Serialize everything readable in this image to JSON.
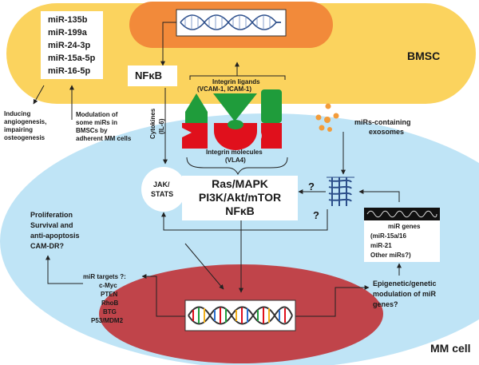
{
  "cells": {
    "bmsc_label": "BMSC",
    "mm_label": "MM cell"
  },
  "mir_list": [
    "miR-135b",
    "miR-199a",
    "miR-24-3p",
    "miR-15a-5p",
    "miR-16-5p"
  ],
  "nfkb_bmsc": "NFκB",
  "cytokines": [
    "Cytokines",
    "(IL-6)"
  ],
  "integrin_ligands": [
    "Integrin ligands",
    "(VCAM-1, ICAM-1)"
  ],
  "integrin_molecules": [
    "Integrin molecules",
    "(VLA4)"
  ],
  "exosomes": [
    "miRs-containing",
    "exosomes"
  ],
  "left_notes": {
    "angiogenesis": [
      "Inducing",
      "angiogenesis,",
      "impairing",
      "osteogenesis"
    ],
    "modulation": [
      "Modulation of",
      "some miRs in",
      "BMSCs by",
      "adherent MM cells"
    ]
  },
  "jak": [
    "JAK/",
    "STATS"
  ],
  "pathways": [
    "Ras/MAPK",
    "PI3K/Akt/mTOR",
    "NFκB"
  ],
  "question_marks": [
    "?",
    "?"
  ],
  "proliferation": [
    "Proliferation",
    "Survival and",
    "anti-apoptosis",
    "CAM-DR?"
  ],
  "mir_targets": [
    "miR targets ?:",
    "c-Myc",
    "PTEN",
    "RhoB",
    "BTG",
    "P53/MDM2"
  ],
  "mir_genes": {
    "title": "miR genes",
    "line1": "(miR-15a/16",
    "line2": "miR-21",
    "line3": "Other miRs?)"
  },
  "epigenetic": [
    "Epigenetic/genetic",
    "modulation of miR",
    "genes?"
  ],
  "colors": {
    "bmsc_fill": "#fbd35e",
    "bmsc_stripe": "#f28a3a",
    "mm_fill": "#bfe4f6",
    "nucleus_fill": "#c0444a",
    "integrin_green": "#1f9c3b",
    "integrin_red": "#e0101c",
    "exosome": "#f39c3a"
  }
}
